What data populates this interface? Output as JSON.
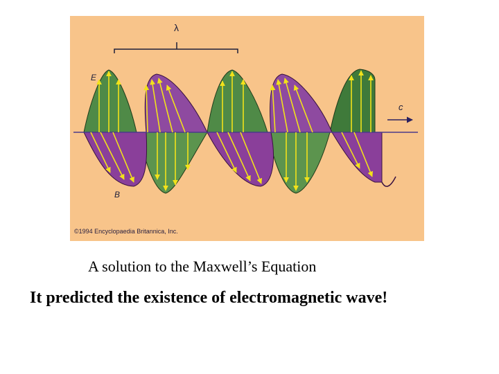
{
  "figure": {
    "lambda_label": "λ",
    "e_label": "E",
    "b_label": "B",
    "c_label": "c",
    "copyright": "©1994 Encyclopaedia Britannica, Inc.",
    "colors": {
      "background": "#f8c48a",
      "e_field": "#4f8a47",
      "b_field": "#8a3f9a",
      "arrows": "#f2e21a",
      "axis": "#4a3a8a"
    }
  },
  "captions": {
    "solution": "A solution to the Maxwell’s Equation",
    "prediction": "It predicted the existence of electromagnetic wave!"
  }
}
